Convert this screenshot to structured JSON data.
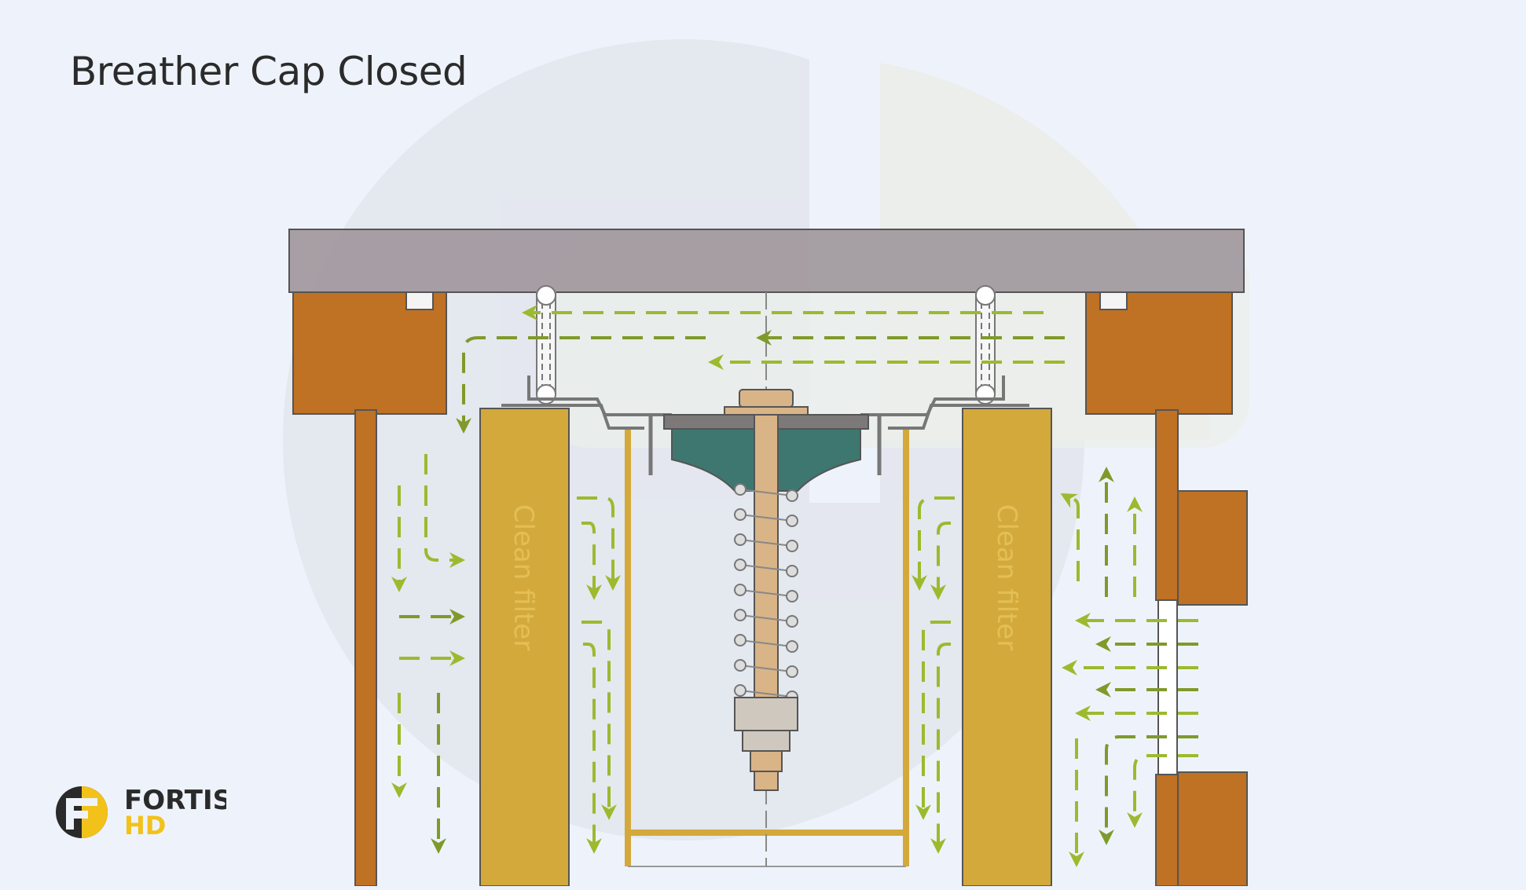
{
  "title": "Breather Cap Closed",
  "labels": {
    "left_filter": "Clean filter",
    "right_filter": "Clean filter"
  },
  "logo": {
    "word1": "FORTIS",
    "word2": "HD",
    "icon": "fortis-logo-icon"
  },
  "colors": {
    "background": "#eef3fb",
    "cap": "#a29a9f",
    "housing_orange": "#bf7124",
    "filter_yellow": "#d4a93c",
    "air_flow_green": "#9bba2e",
    "air_flow_dark_green": "#7f9a2a",
    "valve_teal": "#3e7670",
    "rod_tan": "#d9b487",
    "logo_yellow": "#f2c21b"
  }
}
